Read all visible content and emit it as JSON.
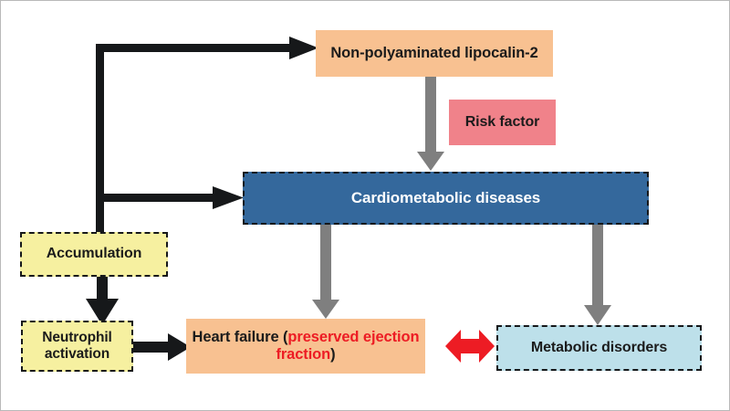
{
  "diagram": {
    "title_visible": false,
    "background": "#ffffff",
    "border_color": "#b9b9b9",
    "nodes": [
      {
        "id": "lipocalin",
        "label": "Non-polyaminated lipocalin-2",
        "fill": "#f8c191",
        "text_color": "#1b1b1b",
        "border": "none"
      },
      {
        "id": "risk",
        "label": "Risk factor",
        "fill": "#f0828a",
        "text_color": "#1b1b1b",
        "border": "none"
      },
      {
        "id": "cardio",
        "label": "Cardiometabolic diseases",
        "fill": "#34689c",
        "text_color": "#ffffff",
        "border": "dashed-black"
      },
      {
        "id": "accumulation",
        "label": "Accumulation",
        "fill": "#f6f0a0",
        "text_color": "#1b1b1b",
        "border": "dashed-black"
      },
      {
        "id": "neutrophil",
        "label": "Neutrophil activation",
        "fill": "#f6f0a0",
        "text_color": "#1b1b1b",
        "border": "dashed-black"
      },
      {
        "id": "heartfailure",
        "label_part1": "Heart failure (",
        "label_part2": "preserved ejection fraction",
        "label_part3": ")",
        "label_full": "Heart failure (preserved ejection fraction)",
        "fill": "#f8c191",
        "text_color": "#1b1b1b",
        "highlight_color": "#ed1c24",
        "border": "none"
      },
      {
        "id": "metabolic",
        "label": "Metabolic disorders",
        "fill": "#bde0ea",
        "text_color": "#1b1b1b",
        "border": "dashed-black"
      }
    ],
    "connectors": [
      {
        "id": "accumulation-to-lipocalin",
        "from": "accumulation",
        "to": "lipocalin",
        "color": "#16181a",
        "style": "elbow-arrow"
      },
      {
        "id": "accumulation-to-cardio",
        "from": "accumulation",
        "to": "cardio",
        "color": "#16181a",
        "style": "elbow-arrow"
      },
      {
        "id": "lipocalin-to-cardio",
        "from": "lipocalin",
        "to": "cardio",
        "color": "#7f7f7f",
        "style": "block-arrow-down"
      },
      {
        "id": "cardio-to-heartfailure",
        "from": "cardio",
        "to": "heartfailure",
        "color": "#7f7f7f",
        "style": "block-arrow-down"
      },
      {
        "id": "cardio-to-metabolic",
        "from": "cardio",
        "to": "metabolic",
        "color": "#7f7f7f",
        "style": "block-arrow-down"
      },
      {
        "id": "accumulation-to-neutrophil",
        "from": "accumulation",
        "to": "neutrophil",
        "color": "#16181a",
        "style": "arrow-down"
      },
      {
        "id": "neutrophil-to-heartfailure",
        "from": "neutrophil",
        "to": "heartfailure",
        "color": "#16181a",
        "style": "arrow-right"
      },
      {
        "id": "heartfailure-metabolic-bidirectional",
        "from": "heartfailure",
        "to": "metabolic",
        "color": "#ed1c24",
        "style": "double-headed-arrow"
      }
    ]
  }
}
